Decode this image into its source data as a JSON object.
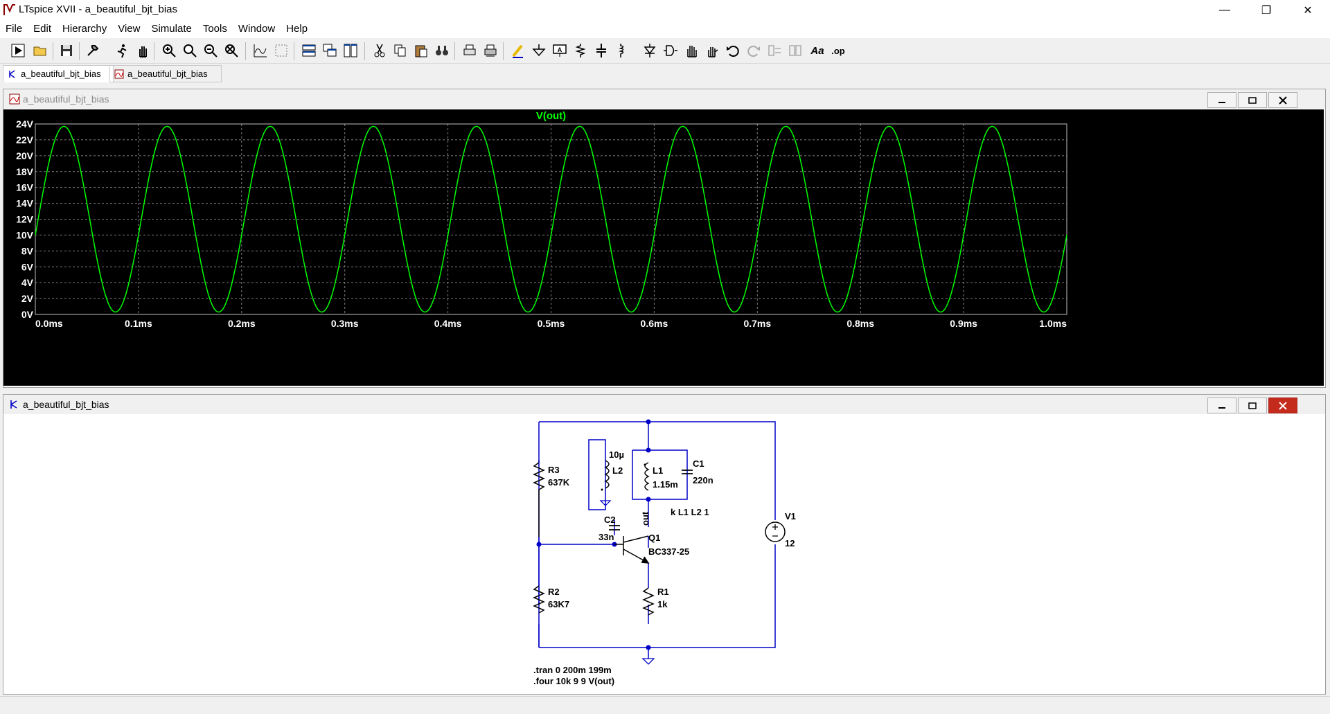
{
  "window": {
    "title": "LTspice XVII - a_beautiful_bjt_bias",
    "controls": {
      "minimize": "—",
      "restore": "❐",
      "close": "✕"
    }
  },
  "menu": [
    "File",
    "Edit",
    "Hierarchy",
    "View",
    "Simulate",
    "Tools",
    "Window",
    "Help"
  ],
  "toolbar": {
    "icons": [
      "run-icon",
      "open-icon",
      "save-icon",
      "control-panel-icon",
      "halt-icon",
      "pan-hand-icon",
      "zoom-in-icon",
      "zoom-full-icon",
      "zoom-out-icon",
      "zoom-cancel-icon",
      "autorange-icon",
      "clear-plot-icon",
      "tile-horizontal-icon",
      "cascade-icon",
      "tile-vertical-icon",
      "cut-icon",
      "copy-icon",
      "paste-icon",
      "find-icon",
      "print-icon",
      "print-setup-icon",
      "draw-wire-icon",
      "ground-icon",
      "label-net-icon",
      "resistor-icon",
      "capacitor-icon",
      "inductor-icon",
      "diode-icon",
      "component-icon",
      "move-icon",
      "drag-icon",
      "undo-icon",
      "redo-icon",
      "rotate-icon",
      "mirror-icon",
      "text-icon",
      "spice-directive-icon"
    ],
    "text_label": "Aa",
    "op_label": ".op"
  },
  "tabs": [
    {
      "label": "a_beautiful_bjt_bias",
      "icon": "schematic-icon",
      "active": true
    },
    {
      "label": "a_beautiful_bjt_bias",
      "icon": "waveform-icon",
      "active": false
    }
  ],
  "waveform_window": {
    "title": "a_beautiful_bjt_bias",
    "trace_label": "V(out)",
    "colors": {
      "background": "#000000",
      "trace": "#00ff00",
      "grid": "#808080",
      "axis_text": "#ffffff"
    }
  },
  "chart_data": {
    "type": "line",
    "title": "",
    "series": [
      {
        "name": "V(out)",
        "color": "#00ff00",
        "shape": "sine",
        "offset": 12,
        "amplitude": 11.7,
        "frequency_hz": 10000,
        "value_at_start": 10,
        "x_range_ms": [
          0,
          1.0
        ]
      }
    ],
    "xlabel": "",
    "ylabel": "",
    "xlim": [
      0,
      1.0
    ],
    "ylim": [
      0,
      24
    ],
    "x_ticks": [
      "0.0ms",
      "0.1ms",
      "0.2ms",
      "0.3ms",
      "0.4ms",
      "0.5ms",
      "0.6ms",
      "0.7ms",
      "0.8ms",
      "0.9ms",
      "1.0ms"
    ],
    "y_ticks": [
      "0V",
      "2V",
      "4V",
      "6V",
      "8V",
      "10V",
      "12V",
      "14V",
      "16V",
      "18V",
      "20V",
      "22V",
      "24V"
    ],
    "grid": true
  },
  "schematic_window": {
    "title": "a_beautiful_bjt_bias",
    "components": {
      "R3": {
        "name": "R3",
        "value": "637K"
      },
      "R2": {
        "name": "R2",
        "value": "63K7"
      },
      "R1": {
        "name": "R1",
        "value": "1k"
      },
      "L1": {
        "name": "L1",
        "value": "1.15m"
      },
      "L2": {
        "name": "L2",
        "value": "10µ"
      },
      "C1": {
        "name": "C1",
        "value": "220n"
      },
      "C2": {
        "name": "C2",
        "value": "33n"
      },
      "Q1": {
        "name": "Q1",
        "value": "BC337-25"
      },
      "V1": {
        "name": "V1",
        "value": "12"
      }
    },
    "net_label": "out",
    "coupling": "k L1 L2 1",
    "directives": [
      ".tran 0 200m 199m",
      ".four 10k 9 9 V(out)"
    ],
    "colors": {
      "wire": "#0000c8",
      "component": "#000000",
      "junction": "#0000c8"
    }
  }
}
